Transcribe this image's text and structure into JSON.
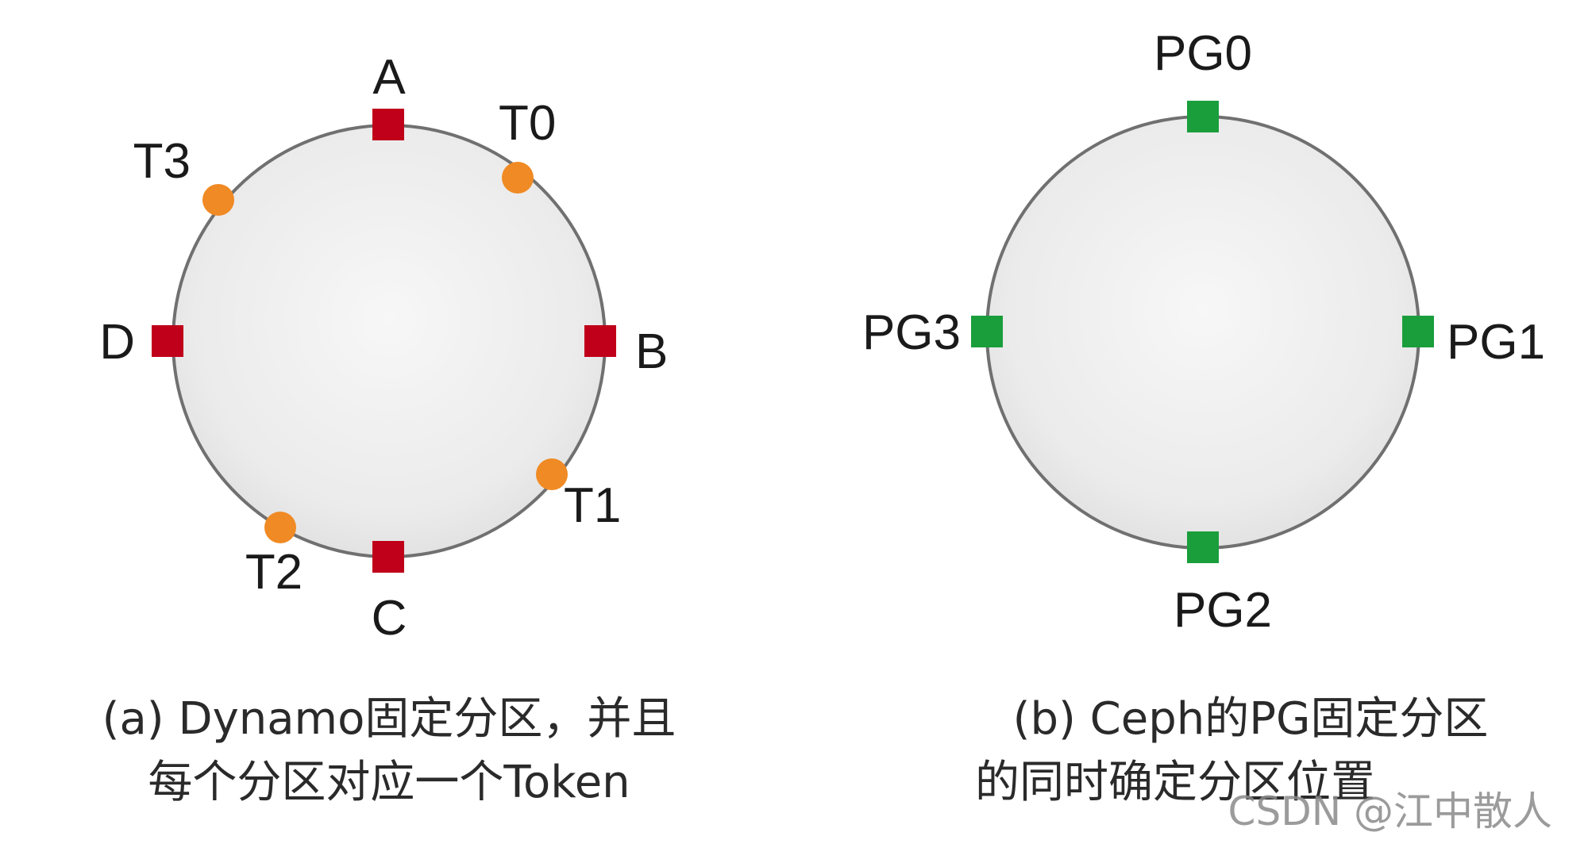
{
  "diagram_a": {
    "nodes": [
      {
        "label": "A",
        "shape": "square",
        "color": "#c0001a"
      },
      {
        "label": "B",
        "shape": "square",
        "color": "#c0001a"
      },
      {
        "label": "C",
        "shape": "square",
        "color": "#c0001a"
      },
      {
        "label": "D",
        "shape": "square",
        "color": "#c0001a"
      }
    ],
    "tokens": [
      {
        "label": "T0",
        "shape": "circle",
        "color": "#f08a24"
      },
      {
        "label": "T1",
        "shape": "circle",
        "color": "#f08a24"
      },
      {
        "label": "T2",
        "shape": "circle",
        "color": "#f08a24"
      },
      {
        "label": "T3",
        "shape": "circle",
        "color": "#f08a24"
      }
    ],
    "caption_line1": "(a) Dynamo固定分区，并且",
    "caption_line2": "每个分区对应一个Token"
  },
  "diagram_b": {
    "nodes": [
      {
        "label": "PG0",
        "shape": "square",
        "color": "#1a9e3c"
      },
      {
        "label": "PG1",
        "shape": "square",
        "color": "#1a9e3c"
      },
      {
        "label": "PG2",
        "shape": "square",
        "color": "#1a9e3c"
      },
      {
        "label": "PG3",
        "shape": "square",
        "color": "#1a9e3c"
      }
    ],
    "caption_line1": "(b) Ceph的PG固定分区",
    "caption_line2": "的同时确定分区位置"
  },
  "ring_color": "#707070",
  "watermark": "CSDN @江中散人"
}
